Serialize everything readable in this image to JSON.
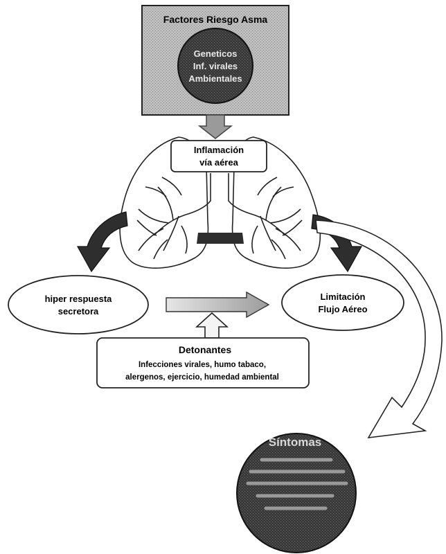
{
  "risk_factors": {
    "title": "Factores Riesgo Asma",
    "lines": [
      "Geneticos",
      "Inf. virales",
      "Ambientales"
    ]
  },
  "inflammation": {
    "lines": [
      "Inflamación",
      "vía aérea"
    ]
  },
  "hyper_response": {
    "lines": [
      "hiper respuesta",
      "secretora"
    ]
  },
  "airflow_limitation": {
    "lines": [
      "Limitación",
      "Flujo Aéreo"
    ]
  },
  "triggers": {
    "title": "Detonantes",
    "lines": [
      "Infecciones virales, humo tabaco,",
      "alergenos, ejercicio, humedad ambiental"
    ]
  },
  "symptoms": {
    "title": "Síntomas"
  },
  "colors": {
    "risk_box_fill": "#b9b9b9",
    "risk_circle_fill": "#3a3a3a",
    "arrow_fill": "#9a9a9a",
    "dark_arrow_fill": "#2e2e2e",
    "symptoms_fill": "#333333",
    "lung_stroke": "#222222"
  }
}
